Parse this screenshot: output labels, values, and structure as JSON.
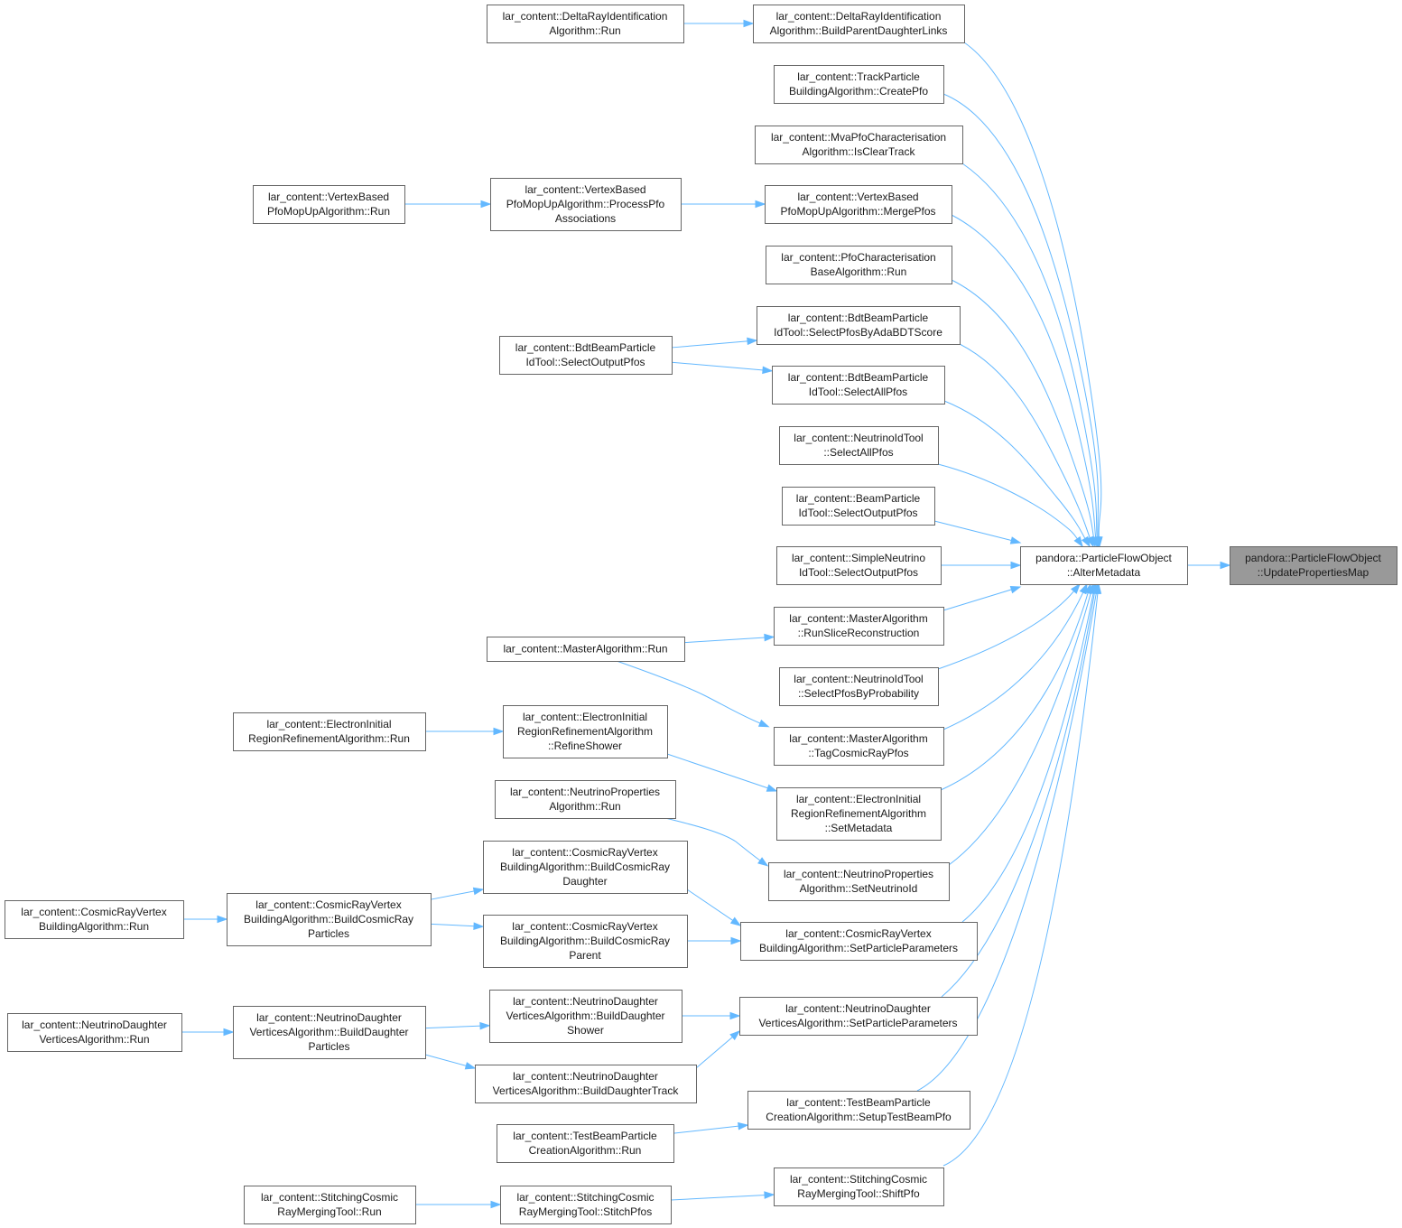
{
  "colors": {
    "edge": "#63b8ff",
    "node_border": "#666666",
    "node_fill": "#ffffff",
    "focus_fill": "#999999"
  },
  "nodes": [
    {
      "id": "focus",
      "lines": [
        "pandora::ParticleFlowObject",
        "::UpdatePropertiesMap"
      ]
    },
    {
      "id": "alter",
      "lines": [
        "pandora::ParticleFlowObject",
        "::AlterMetadata"
      ]
    },
    {
      "id": "dr_links",
      "lines": [
        "lar_content::DeltaRayIdentification",
        "Algorithm::BuildParentDaughterLinks"
      ]
    },
    {
      "id": "dr_run",
      "lines": [
        "lar_content::DeltaRayIdentification",
        "Algorithm::Run"
      ]
    },
    {
      "id": "tp_create",
      "lines": [
        "lar_content::TrackParticle",
        "BuildingAlgorithm::CreatePfo"
      ]
    },
    {
      "id": "mva_clear",
      "lines": [
        "lar_content::MvaPfoCharacterisation",
        "Algorithm::IsClearTrack"
      ]
    },
    {
      "id": "vb_merge",
      "lines": [
        "lar_content::VertexBased",
        "PfoMopUpAlgorithm::MergePfos"
      ]
    },
    {
      "id": "vb_assoc",
      "lines": [
        "lar_content::VertexBased",
        "PfoMopUpAlgorithm::ProcessPfo",
        "Associations"
      ]
    },
    {
      "id": "vb_run",
      "lines": [
        "lar_content::VertexBased",
        "PfoMopUpAlgorithm::Run"
      ]
    },
    {
      "id": "pfochar_run",
      "lines": [
        "lar_content::PfoCharacterisation",
        "BaseAlgorithm::Run"
      ]
    },
    {
      "id": "bdt_ada",
      "lines": [
        "lar_content::BdtBeamParticle",
        "IdTool::SelectPfosByAdaBDTScore"
      ]
    },
    {
      "id": "bdt_output",
      "lines": [
        "lar_content::BdtBeamParticle",
        "IdTool::SelectOutputPfos"
      ]
    },
    {
      "id": "bdt_all",
      "lines": [
        "lar_content::BdtBeamParticle",
        "IdTool::SelectAllPfos"
      ]
    },
    {
      "id": "nu_all",
      "lines": [
        "lar_content::NeutrinoIdTool",
        "::SelectAllPfos"
      ]
    },
    {
      "id": "bp_output",
      "lines": [
        "lar_content::BeamParticle",
        "IdTool::SelectOutputPfos"
      ]
    },
    {
      "id": "snu_output",
      "lines": [
        "lar_content::SimpleNeutrino",
        "IdTool::SelectOutputPfos"
      ]
    },
    {
      "id": "ma_slice",
      "lines": [
        "lar_content::MasterAlgorithm",
        "::RunSliceReconstruction"
      ]
    },
    {
      "id": "ma_run",
      "lines": [
        "lar_content::MasterAlgorithm::Run"
      ]
    },
    {
      "id": "nu_prob",
      "lines": [
        "lar_content::NeutrinoIdTool",
        "::SelectPfosByProbability"
      ]
    },
    {
      "id": "ma_tag",
      "lines": [
        "lar_content::MasterAlgorithm",
        "::TagCosmicRayPfos"
      ]
    },
    {
      "id": "ei_refine",
      "lines": [
        "lar_content::ElectronInitial",
        "RegionRefinementAlgorithm",
        "::RefineShower"
      ]
    },
    {
      "id": "ei_run",
      "lines": [
        "lar_content::ElectronInitial",
        "RegionRefinementAlgorithm::Run"
      ]
    },
    {
      "id": "ei_meta",
      "lines": [
        "lar_content::ElectronInitial",
        "RegionRefinementAlgorithm",
        "::SetMetadata"
      ]
    },
    {
      "id": "np_run",
      "lines": [
        "lar_content::NeutrinoProperties",
        "Algorithm::Run"
      ]
    },
    {
      "id": "np_set",
      "lines": [
        "lar_content::NeutrinoProperties",
        "Algorithm::SetNeutrinoId"
      ]
    },
    {
      "id": "cr_daughter",
      "lines": [
        "lar_content::CosmicRayVertex",
        "BuildingAlgorithm::BuildCosmicRay",
        "Daughter"
      ]
    },
    {
      "id": "cr_particles",
      "lines": [
        "lar_content::CosmicRayVertex",
        "BuildingAlgorithm::BuildCosmicRay",
        "Particles"
      ]
    },
    {
      "id": "cr_run",
      "lines": [
        "lar_content::CosmicRayVertex",
        "BuildingAlgorithm::Run"
      ]
    },
    {
      "id": "cr_parent",
      "lines": [
        "lar_content::CosmicRayVertex",
        "BuildingAlgorithm::BuildCosmicRay",
        "Parent"
      ]
    },
    {
      "id": "cr_set",
      "lines": [
        "lar_content::CosmicRayVertex",
        "BuildingAlgorithm::SetParticleParameters"
      ]
    },
    {
      "id": "nd_shower",
      "lines": [
        "lar_content::NeutrinoDaughter",
        "VerticesAlgorithm::BuildDaughter",
        "Shower"
      ]
    },
    {
      "id": "nd_particles",
      "lines": [
        "lar_content::NeutrinoDaughter",
        "VerticesAlgorithm::BuildDaughter",
        "Particles"
      ]
    },
    {
      "id": "nd_run",
      "lines": [
        "lar_content::NeutrinoDaughter",
        "VerticesAlgorithm::Run"
      ]
    },
    {
      "id": "nd_set",
      "lines": [
        "lar_content::NeutrinoDaughter",
        "VerticesAlgorithm::SetParticleParameters"
      ]
    },
    {
      "id": "nd_track",
      "lines": [
        "lar_content::NeutrinoDaughter",
        "VerticesAlgorithm::BuildDaughterTrack"
      ]
    },
    {
      "id": "tb_setup",
      "lines": [
        "lar_content::TestBeamParticle",
        "CreationAlgorithm::SetupTestBeamPfo"
      ]
    },
    {
      "id": "tb_run",
      "lines": [
        "lar_content::TestBeamParticle",
        "CreationAlgorithm::Run"
      ]
    },
    {
      "id": "sc_shift",
      "lines": [
        "lar_content::StitchingCosmic",
        "RayMergingTool::ShiftPfo"
      ]
    },
    {
      "id": "sc_stitch",
      "lines": [
        "lar_content::StitchingCosmic",
        "RayMergingTool::StitchPfos"
      ]
    },
    {
      "id": "sc_run",
      "lines": [
        "lar_content::StitchingCosmic",
        "RayMergingTool::Run"
      ]
    }
  ],
  "edges": [
    [
      "alter",
      "focus"
    ],
    [
      "dr_links",
      "alter"
    ],
    [
      "tp_create",
      "alter"
    ],
    [
      "mva_clear",
      "alter"
    ],
    [
      "vb_merge",
      "alter"
    ],
    [
      "pfochar_run",
      "alter"
    ],
    [
      "bdt_ada",
      "alter"
    ],
    [
      "bdt_all",
      "alter"
    ],
    [
      "nu_all",
      "alter"
    ],
    [
      "bp_output",
      "alter"
    ],
    [
      "snu_output",
      "alter"
    ],
    [
      "ma_slice",
      "alter"
    ],
    [
      "nu_prob",
      "alter"
    ],
    [
      "ma_tag",
      "alter"
    ],
    [
      "ei_meta",
      "alter"
    ],
    [
      "np_set",
      "alter"
    ],
    [
      "cr_set",
      "alter"
    ],
    [
      "nd_set",
      "alter"
    ],
    [
      "tb_setup",
      "alter"
    ],
    [
      "sc_shift",
      "alter"
    ],
    [
      "dr_run",
      "dr_links"
    ],
    [
      "vb_assoc",
      "vb_merge"
    ],
    [
      "vb_run",
      "vb_assoc"
    ],
    [
      "bdt_output",
      "bdt_ada"
    ],
    [
      "bdt_output",
      "bdt_all"
    ],
    [
      "ma_run",
      "ma_slice"
    ],
    [
      "ma_run",
      "ma_tag"
    ],
    [
      "ei_run",
      "ei_refine"
    ],
    [
      "ei_refine",
      "ei_meta"
    ],
    [
      "np_run",
      "np_set"
    ],
    [
      "cr_daughter",
      "cr_set"
    ],
    [
      "cr_parent",
      "cr_set"
    ],
    [
      "cr_particles",
      "cr_daughter"
    ],
    [
      "cr_particles",
      "cr_parent"
    ],
    [
      "cr_run",
      "cr_particles"
    ],
    [
      "nd_shower",
      "nd_set"
    ],
    [
      "nd_track",
      "nd_set"
    ],
    [
      "nd_particles",
      "nd_shower"
    ],
    [
      "nd_particles",
      "nd_track"
    ],
    [
      "nd_run",
      "nd_particles"
    ],
    [
      "tb_run",
      "tb_setup"
    ],
    [
      "sc_stitch",
      "sc_shift"
    ],
    [
      "sc_run",
      "sc_stitch"
    ]
  ]
}
